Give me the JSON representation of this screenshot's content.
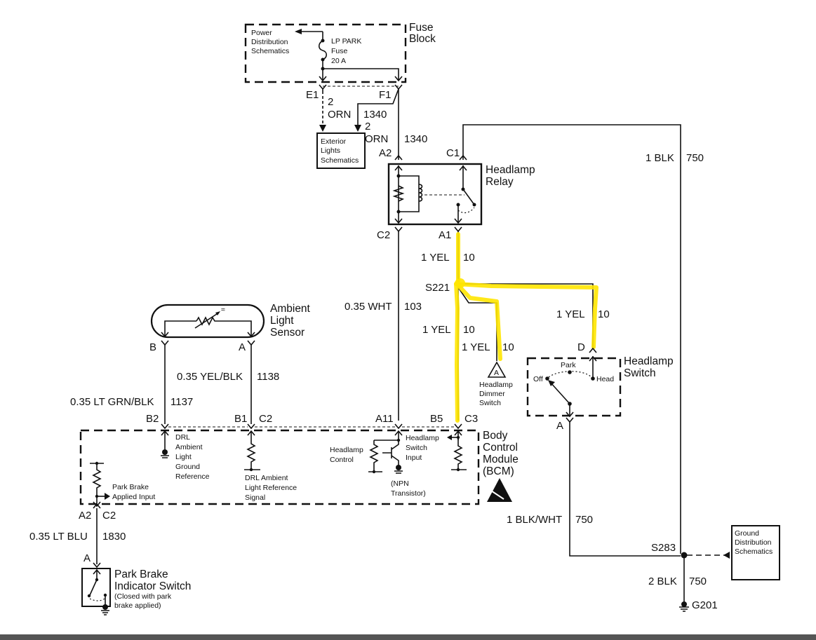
{
  "diagram": {
    "title": "Headlamp / DRL wiring schematic",
    "highlight_color": "#ffe600",
    "components": {
      "fuse_block": {
        "title_l1": "Fuse",
        "title_l2": "Block",
        "fuse_l1": "LP PARK",
        "fuse_l2": "Fuse",
        "fuse_l3": "20 A",
        "ref_l1": "Power",
        "ref_l2": "Distribution",
        "ref_l3": "Schematics"
      },
      "exterior_lights": {
        "l1": "Exterior",
        "l2": "Lights",
        "l3": "Schematics"
      },
      "headlamp_relay": {
        "l1": "Headlamp",
        "l2": "Relay"
      },
      "ambient_light_sensor": {
        "l1": "Ambient",
        "l2": "Light",
        "l3": "Sensor"
      },
      "headlamp_switch": {
        "l1": "Headlamp",
        "l2": "Switch",
        "pos_off": "Off",
        "pos_park": "Park",
        "pos_head": "Head"
      },
      "headlamp_dimmer": {
        "marker": "A",
        "l1": "Headlamp",
        "l2": "Dimmer",
        "l3": "Switch"
      },
      "bcm": {
        "l1": "Body",
        "l2": "Control",
        "l3": "Module",
        "l4": "(BCM)",
        "drl_gnd_l1": "DRL",
        "drl_gnd_l2": "Ambient",
        "drl_gnd_l3": "Light",
        "drl_gnd_l4": "Ground",
        "drl_gnd_l5": "Reference",
        "drl_sig_l1": "DRL Ambient",
        "drl_sig_l2": "Light Reference",
        "drl_sig_l3": "Signal",
        "park_l1": "Park Brake",
        "park_l2": "Applied Input",
        "hl_ctrl_l1": "Headlamp",
        "hl_ctrl_l2": "Control",
        "npn_l1": "(NPN",
        "npn_l2": "Transistor)",
        "hl_sw_l1": "Headlamp",
        "hl_sw_l2": "Switch",
        "hl_sw_l3": "Input"
      },
      "park_brake_switch": {
        "l1": "Park Brake",
        "l2": "Indicator Switch",
        "l3": "(Closed with park",
        "l4": "brake applied)"
      },
      "ground_dist": {
        "l1": "Ground",
        "l2": "Distribution",
        "l3": "Schematics"
      }
    },
    "connectors": {
      "E1": "E1",
      "F1": "F1",
      "A2_relay": "A2",
      "C1_relay": "C1",
      "C2_relay": "C2",
      "A1_relay": "A1",
      "B_sensor": "B",
      "A_sensor": "A",
      "B2": "B2",
      "B1": "B1",
      "C2_bcm": "C2",
      "A11": "A11",
      "B5": "B5",
      "C3": "C3",
      "D_switch": "D",
      "A_switch": "A",
      "A2_park": "A2",
      "C2_park": "C2",
      "A_park": "A"
    },
    "splices": {
      "S221": "S221",
      "S283": "S283",
      "G201": "G201"
    },
    "wires": [
      {
        "id": "w-orn-e1",
        "gauge_color_l1": "2",
        "gauge_color_l2": "ORN",
        "circuit": "1340"
      },
      {
        "id": "w-orn-f1",
        "gauge_color_l1": "2",
        "gauge_color_l2": "ORN",
        "circuit": "1340"
      },
      {
        "id": "w-blk-c1",
        "gauge_color": "1 BLK",
        "circuit": "750"
      },
      {
        "id": "w-wht-c2",
        "gauge_color": "0.35 WHT",
        "circuit": "103"
      },
      {
        "id": "w-yel-a1",
        "gauge_color": "1 YEL",
        "circuit": "10"
      },
      {
        "id": "w-yel-bcm",
        "gauge_color": "1 YEL",
        "circuit": "10"
      },
      {
        "id": "w-yel-dimmer",
        "gauge_color": "1 YEL",
        "circuit": "10"
      },
      {
        "id": "w-yel-switch",
        "gauge_color": "1 YEL",
        "circuit": "10"
      },
      {
        "id": "w-yelblk",
        "gauge_color": "0.35 YEL/BLK",
        "circuit": "1138"
      },
      {
        "id": "w-ltgrnblk",
        "gauge_color": "0.35 LT GRN/BLK",
        "circuit": "1137"
      },
      {
        "id": "w-ltblu",
        "gauge_color": "0.35 LT BLU",
        "circuit": "1830"
      },
      {
        "id": "w-blkwht",
        "gauge_color": "1 BLK/WHT",
        "circuit": "750"
      },
      {
        "id": "w-blk-g201",
        "gauge_color": "2 BLK",
        "circuit": "750"
      }
    ]
  }
}
